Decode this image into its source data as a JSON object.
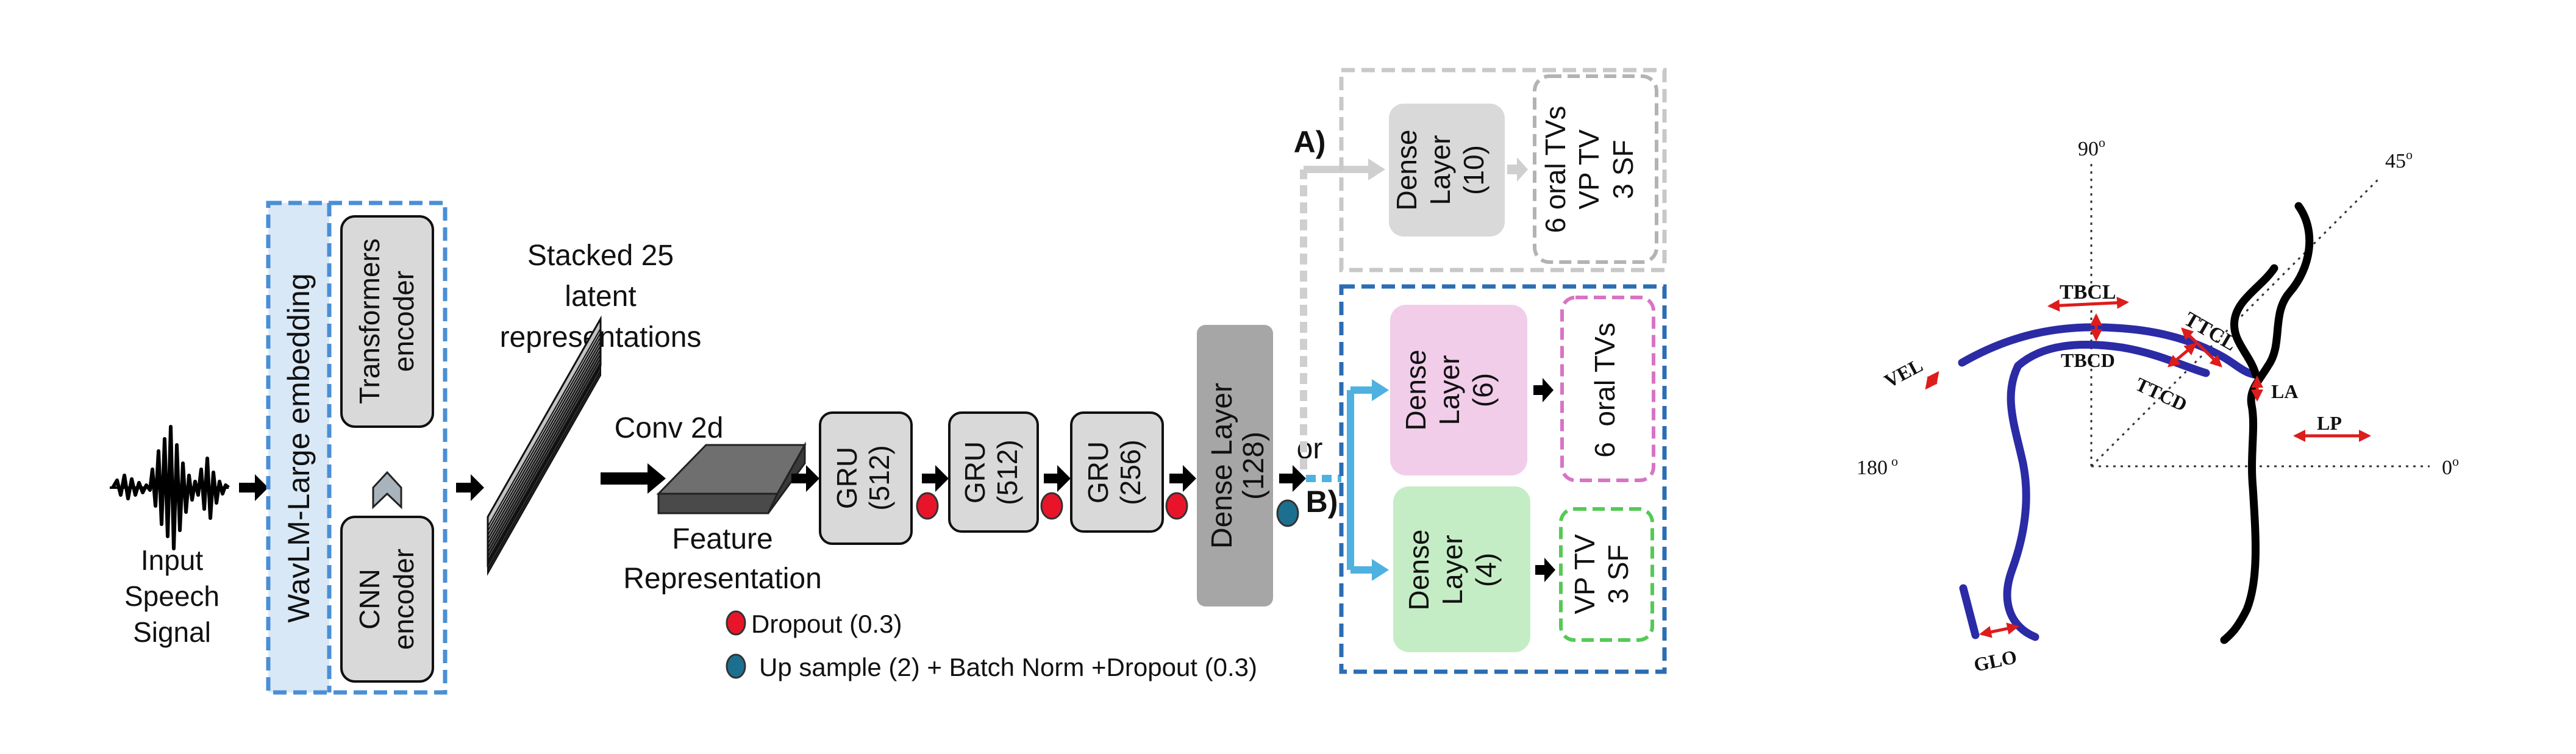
{
  "input": {
    "line1": "Input",
    "line2": "Speech",
    "line3": "Signal"
  },
  "wavlm": {
    "label": "WavLM-Large embedding",
    "transformers_line1": "Transformers",
    "transformers_line2": "encoder",
    "cnn_line1": "CNN",
    "cnn_line2": "encoder"
  },
  "stacked": {
    "line1": "Stacked 25",
    "line2": "latent",
    "line3": "representations"
  },
  "conv": {
    "label": "Conv 2d"
  },
  "feature": {
    "line1": "Feature",
    "line2": "Representation"
  },
  "gru": [
    {
      "line1": "GRU",
      "line2": "(512)"
    },
    {
      "line1": "GRU",
      "line2": "(512)"
    },
    {
      "line1": "GRU",
      "line2": "(256)"
    }
  ],
  "dense128": {
    "line1": "Dense Layer",
    "line2": "(128)"
  },
  "or_label": "or",
  "branch_a": {
    "tag": "A)",
    "dense_line1": "Dense",
    "dense_line2": "Layer",
    "dense_line3": "(10)",
    "out_line1": "6 oral TVs",
    "out_line2": "VP TV",
    "out_line3": "3 SF"
  },
  "branch_b": {
    "tag": "B)",
    "dense6_line1": "Dense",
    "dense6_line2": "Layer",
    "dense6_line3": "(6)",
    "out6": "6  oral TVs",
    "dense4_line1": "Dense",
    "dense4_line2": "Layer",
    "dense4_line3": "(4)",
    "out4_line1": "VP TV",
    "out4_line2": "3 SF"
  },
  "legend": {
    "dropout": "Dropout (0.3)",
    "upsample": "Up sample (2) + Batch Norm +Dropout (0.3)"
  },
  "tract": {
    "angle_90": "90",
    "angle_45": "45",
    "angle_180": "180",
    "angle_0": "0",
    "degree_mark": "o",
    "tbcl": "TBCL",
    "ttcl": "TTCL",
    "tbcd": "TBCD",
    "ttcd": "TTCD",
    "la": "LA",
    "lp": "LP",
    "vel": "VEL",
    "glo": "GLO"
  },
  "colors": {
    "dropout_dot": "#e8152a",
    "upsample_dot": "#1d6f8f",
    "wavlm_border": "#4a8fd6",
    "wavlm_fill": "#d9e8f6",
    "branch_a_border": "#c8c8c8",
    "branch_b_border": "#2a6db3",
    "branch_arrow": "#4eb1e0",
    "dense6_fill": "#f1cdea",
    "out6_border": "#d774c4",
    "dense4_fill": "#c5edc5",
    "out4_border": "#55c955",
    "tongue": "#2b2ba6",
    "pharynx": "#000000",
    "tv_arrow": "#dd1c1c"
  }
}
